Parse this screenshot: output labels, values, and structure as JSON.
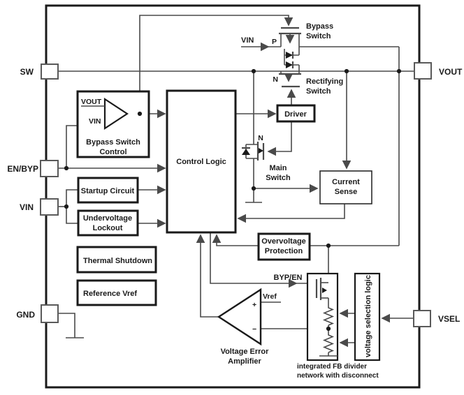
{
  "diagram": {
    "pins": {
      "sw": "SW",
      "en_byp": "EN/BYP",
      "vin": "VIN",
      "gnd": "GND",
      "vout": "VOUT",
      "vsel": "VSEL"
    },
    "blocks": {
      "bypass_switch_control_1": "Bypass Switch",
      "bypass_switch_control_2": "Control",
      "control_logic": "Control Logic",
      "startup_circuit": "Startup Circuit",
      "undervoltage_lockout_1": "Undervoltage",
      "undervoltage_lockout_2": "Lockout",
      "thermal_shutdown": "Thermal Shutdown",
      "reference_vref": "Reference Vref",
      "driver": "Driver",
      "current_sense_1": "Current",
      "current_sense_2": "Sense",
      "overvoltage_protection_1": "Overvoltage",
      "overvoltage_protection_2": "Protection",
      "voltage_selection_logic": "voltage selection logic"
    },
    "switches": {
      "bypass_1": "Bypass",
      "bypass_2": "Switch",
      "rectifying_1": "Rectifying",
      "rectifying_2": "Switch",
      "main_1": "Main",
      "main_2": "Switch",
      "p_channel": "P",
      "n_rectifying": "N",
      "n_main": "N"
    },
    "signals": {
      "vin_supply": "VIN",
      "byp_en": "BYP/EN",
      "vref": "Vref",
      "comp_in_vout": "VOUT",
      "comp_in_vin": "VIN",
      "plus": "+",
      "minus": "−"
    },
    "amplifier": {
      "label_1": "Voltage Error",
      "label_2": "Amplifier"
    },
    "captions": {
      "fb_divider_1": "integrated FB divider",
      "fb_divider_2": "network with disconnect"
    },
    "colors": {
      "wire": "#4a4a4a",
      "outline": "#1a1a1a",
      "background": "#ffffff"
    }
  }
}
